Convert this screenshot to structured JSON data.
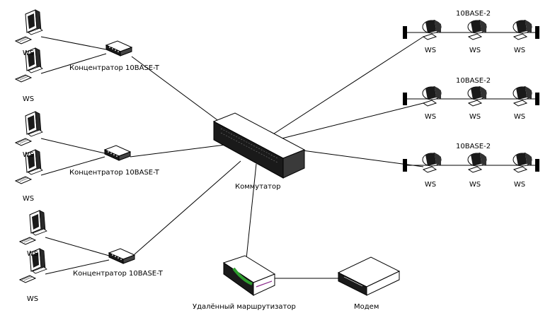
{
  "labels": {
    "ws": "WS",
    "hub": "Концентратор 10BASE-T",
    "thin": "10BASE-2",
    "switch": "Коммутатор",
    "router": "Удалённый маршрутизатор",
    "modem": "Модем"
  },
  "colors": {
    "line": "#000000",
    "device_top": "#ffffff",
    "device_front": "#1a1a1a",
    "router_led": "#2e9e2e",
    "router_accent": "#8a2a8a"
  },
  "icons": {
    "workstation": "workstation-icon",
    "hub": "hub-icon",
    "switch": "switch-icon",
    "router": "router-icon",
    "modem": "modem-icon",
    "terminator": "bus-terminator-icon"
  }
}
